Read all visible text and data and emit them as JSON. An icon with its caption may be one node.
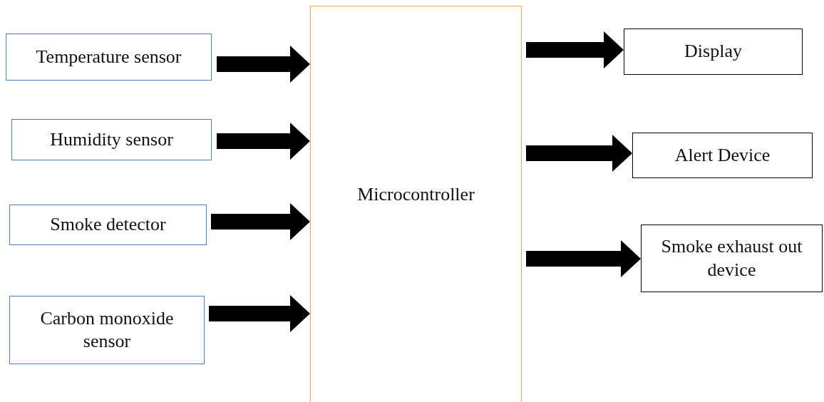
{
  "diagram": {
    "nodes": [
      {
        "text": [
          "Temperature sensor"
        ]
      },
      {
        "text": [
          "Humidity sensor"
        ]
      },
      {
        "text": [
          "Smoke detector"
        ]
      },
      {
        "text": [
          "Carbon monoxide sensor"
        ]
      },
      {
        "text": [
          "Microcontroller"
        ]
      },
      {
        "text": [
          "Display"
        ]
      },
      {
        "text": [
          "Alert Device"
        ]
      },
      {
        "text": [
          "Smoke exhaust out device"
        ]
      }
    ],
    "edges": [
      {
        "from": 0,
        "to": 4,
        "arrow": "to"
      },
      {
        "from": 1,
        "to": 4,
        "arrow": "to"
      },
      {
        "from": 2,
        "to": 4,
        "arrow": "to"
      },
      {
        "from": 3,
        "to": 4,
        "arrow": "to"
      },
      {
        "from": 4,
        "to": 5,
        "arrow": "to"
      },
      {
        "from": 4,
        "to": 6,
        "arrow": "to"
      },
      {
        "from": 4,
        "to": 7,
        "arrow": "to"
      }
    ]
  }
}
